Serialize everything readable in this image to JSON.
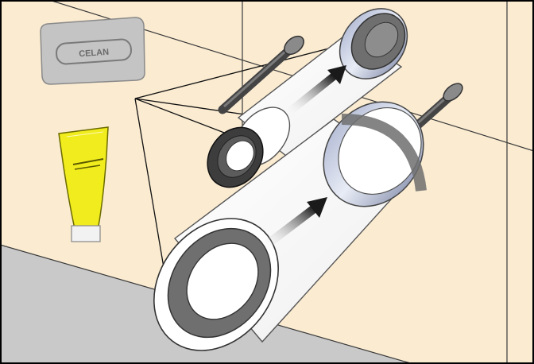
{
  "colors": {
    "wall": "#faebd1",
    "floor": "#c9c9c9",
    "frame": "#000000",
    "pipe": "#ffffff",
    "seal": "#6f6f6f",
    "bolt": "#575757",
    "tube_yellow": "#f1ec1d",
    "soap": "#c4c4c4",
    "arrow": "#1a1a1a"
  },
  "soap_bar": {
    "icon": "soap-bar-icon",
    "label": "CELAN"
  },
  "lubricant_tube": {
    "icon": "lubricant-tube-icon"
  },
  "parts": [
    {
      "name": "long-pipe",
      "icon": "pipe-icon"
    },
    {
      "name": "short-pipe",
      "icon": "pipe-icon"
    },
    {
      "name": "rubber-seal",
      "icon": "ring-seal-icon"
    },
    {
      "name": "mounting-bolt",
      "icon": "bolt-icon"
    }
  ],
  "arrows": [
    {
      "name": "direction-arrow-upper",
      "icon": "arrow-icon"
    },
    {
      "name": "direction-arrow-lower",
      "icon": "arrow-icon"
    }
  ]
}
